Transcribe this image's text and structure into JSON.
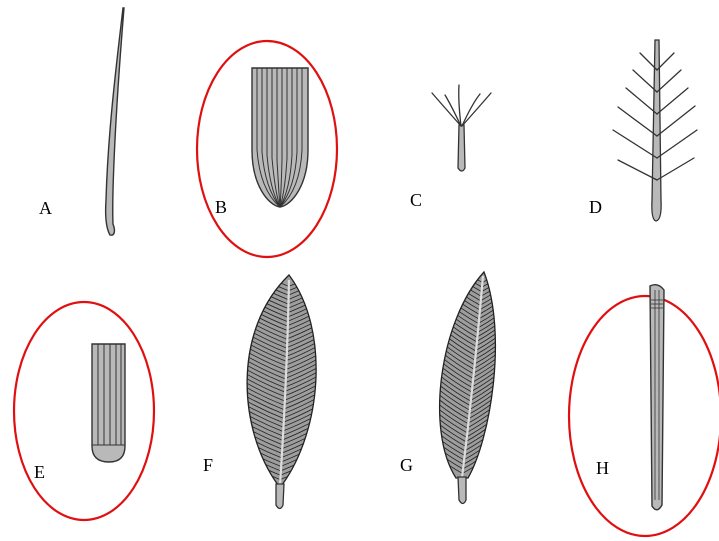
{
  "figure": {
    "panels": [
      {
        "label": "A",
        "kind": "hair-like bristle",
        "circled": false
      },
      {
        "label": "B",
        "kind": "broad striated blade tip",
        "circled": true
      },
      {
        "label": "C",
        "kind": "small branched (tufted) scale",
        "circled": false
      },
      {
        "label": "D",
        "kind": "branched / pinnate scale",
        "circled": false
      },
      {
        "label": "E",
        "kind": "narrow striated blade with rounded tip",
        "circled": true
      },
      {
        "label": "F",
        "kind": "lanceolate feathered leaf",
        "circled": false
      },
      {
        "label": "G",
        "kind": "narrow curved feathered leaf",
        "circled": false
      },
      {
        "label": "H",
        "kind": "rod-like elongate scale",
        "circled": true
      }
    ],
    "colors": {
      "highlight_circle": "#e01010",
      "fill": "#b9b9b9",
      "outline": "#333333"
    }
  }
}
